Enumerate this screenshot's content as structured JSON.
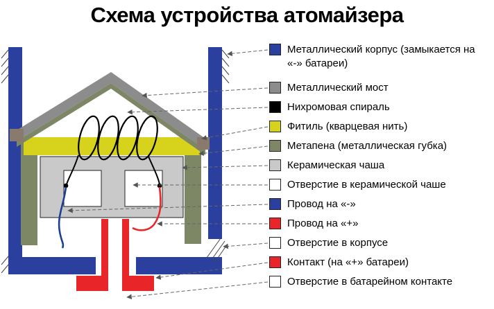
{
  "title": "Схема устройства атомайзера",
  "legend": {
    "items": [
      {
        "label": "Металлический корпус (замыкается на «-» батареи)",
        "color": "#2b3f9f"
      },
      {
        "label": "Металлический мост",
        "color": "#8c8c8c"
      },
      {
        "label": "Нихромовая спираль",
        "color": "#000000"
      },
      {
        "label": "Фитиль (кварцевая нить)",
        "color": "#d7d31d"
      },
      {
        "label": "Метапена (металлическая губка)",
        "color": "#7d8766"
      },
      {
        "label": "Керамическая чаша",
        "color": "#c9c9c9"
      },
      {
        "label": "Отверстие в керамической чаше",
        "color": "#ffffff"
      },
      {
        "label": "Провод на «-»",
        "color": "#2b3f9f"
      },
      {
        "label": "Провод на «+»",
        "color": "#e8262a"
      },
      {
        "label": "Отверстие в корпусе",
        "color": "#ffffff"
      },
      {
        "label": "Контакт (на «+» батареи)",
        "color": "#e8262a"
      },
      {
        "label": "Отверстие в батарейном контакте",
        "color": "#ffffff"
      }
    ]
  },
  "diagram": {
    "colors": {
      "body_blue": "#2b3f9f",
      "bridge_gray": "#8c8c8c",
      "bridge_cap": "#8a7a6e",
      "spiral_black": "#000000",
      "wick_yellow": "#d7d31d",
      "metafoam_olive": "#7d8766",
      "ceramic_gray": "#c9c9c9",
      "hole_white": "#ffffff",
      "wire_minus_blue": "#1c3f94",
      "wire_plus_red": "#e8262a",
      "contact_red": "#e8262a"
    }
  }
}
